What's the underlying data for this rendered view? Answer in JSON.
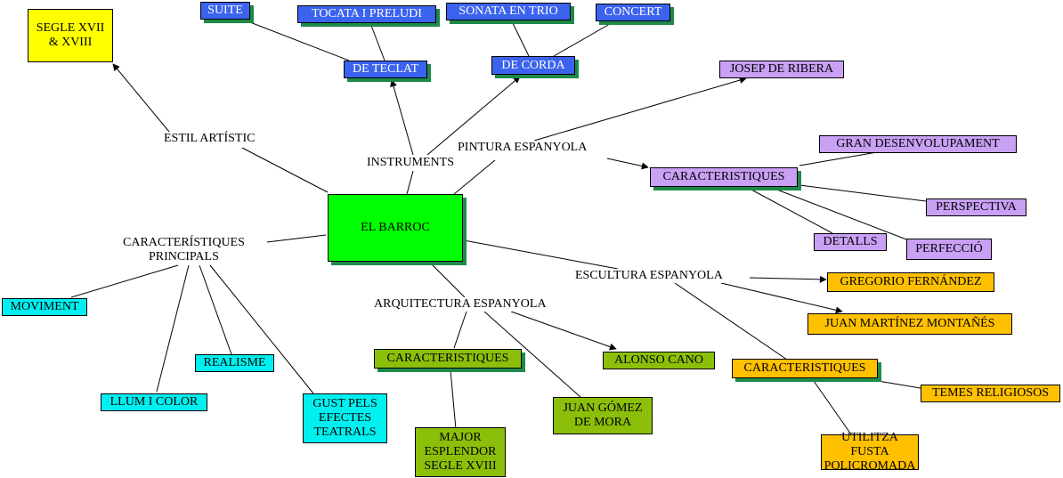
{
  "center": "EL BARROC",
  "branches": {
    "estil": {
      "label": "ESTIL ARTÍSTIC",
      "value": "SEGLE XVII\n& XVIII"
    },
    "instruments": {
      "label": "INSTRUMENTS",
      "teclat": {
        "title": "DE TECLAT",
        "items": [
          "SUITE",
          "TOCATA I PRELUDI"
        ]
      },
      "corda": {
        "title": "DE CORDA",
        "items": [
          "SONATA EN TRIO",
          "CONCERT"
        ]
      }
    },
    "pintura": {
      "label": "PINTURA ESPANYOLA",
      "artist": "JOSEP DE RIBERA",
      "characteristics": {
        "title": "CARACTERISTIQUES",
        "items": [
          "GRAN DESENVOLUPAMENT",
          "PERSPECTIVA",
          "DETALLS",
          "PERFECCIÓ"
        ]
      }
    },
    "principals": {
      "label": "CARACTERÍSTIQUES\nPRINCIPALS",
      "items": [
        "MOVIMENT",
        "REALISME",
        "LLUM I COLOR",
        "GUST PELS\nEFECTES\nTEATRALS"
      ]
    },
    "arquitectura": {
      "label": "ARQUITECTURA ESPANYOLA",
      "characteristics": {
        "title": "CARACTERISTIQUES",
        "items": [
          "MAJOR\nESPLENDOR\nSEGLE XVIII"
        ]
      },
      "artists": [
        "ALONSO CANO",
        "JUAN GÓMEZ\nDE MORA"
      ]
    },
    "escultura": {
      "label": "ESCULTURA ESPANYOLA",
      "artists": [
        "GREGORIO FERNÁNDEZ",
        "JUAN MARTÍNEZ MONTAÑÉS"
      ],
      "characteristics": {
        "title": "CARACTERISTIQUES",
        "items": [
          "TEMES RELIGIOSOS",
          "UTILITZA FUSTA\nPOLICROMADA"
        ]
      }
    }
  },
  "colors": {
    "center": "#00ff00",
    "estil": "#ffff00",
    "instruments": "#3c63ee",
    "pintura": "#c8a0f4",
    "principals": "#00f0f0",
    "arquitectura": "#8cbf0a",
    "escultura": "#ffc000",
    "shadow": "#1e8a4a"
  }
}
